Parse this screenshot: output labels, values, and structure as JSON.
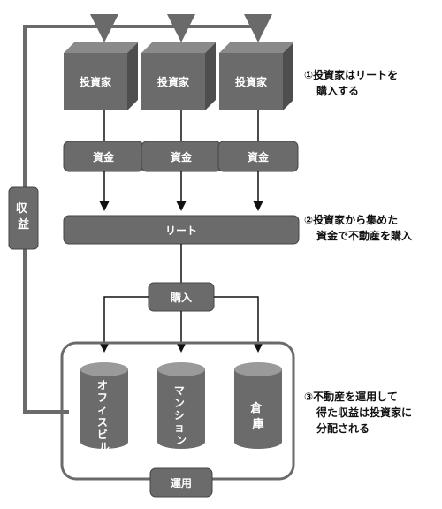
{
  "investors": [
    "投資家",
    "投資家",
    "投資家"
  ],
  "funds": [
    "資金",
    "資金",
    "資金"
  ],
  "reit": "リート",
  "purchase": "購入",
  "revenue": "収益",
  "properties": [
    "オフィスビル",
    "マンション",
    "倉庫"
  ],
  "operation": "運用",
  "notes": [
    {
      "num": "①",
      "lines": [
        "投資家はリートを",
        "購入する"
      ]
    },
    {
      "num": "②",
      "lines": [
        "投資家から集めた",
        "資金で不動産を購入"
      ]
    },
    {
      "num": "③",
      "lines": [
        "不動産を運用して",
        "得た収益は投資家に",
        "分配される"
      ]
    }
  ],
  "colors": {
    "box": "#6b6b6b",
    "box_top": "#8a8a8a",
    "box_side": "#4e4e4e",
    "line": "#6a6a6a",
    "arrow": "#111111"
  }
}
